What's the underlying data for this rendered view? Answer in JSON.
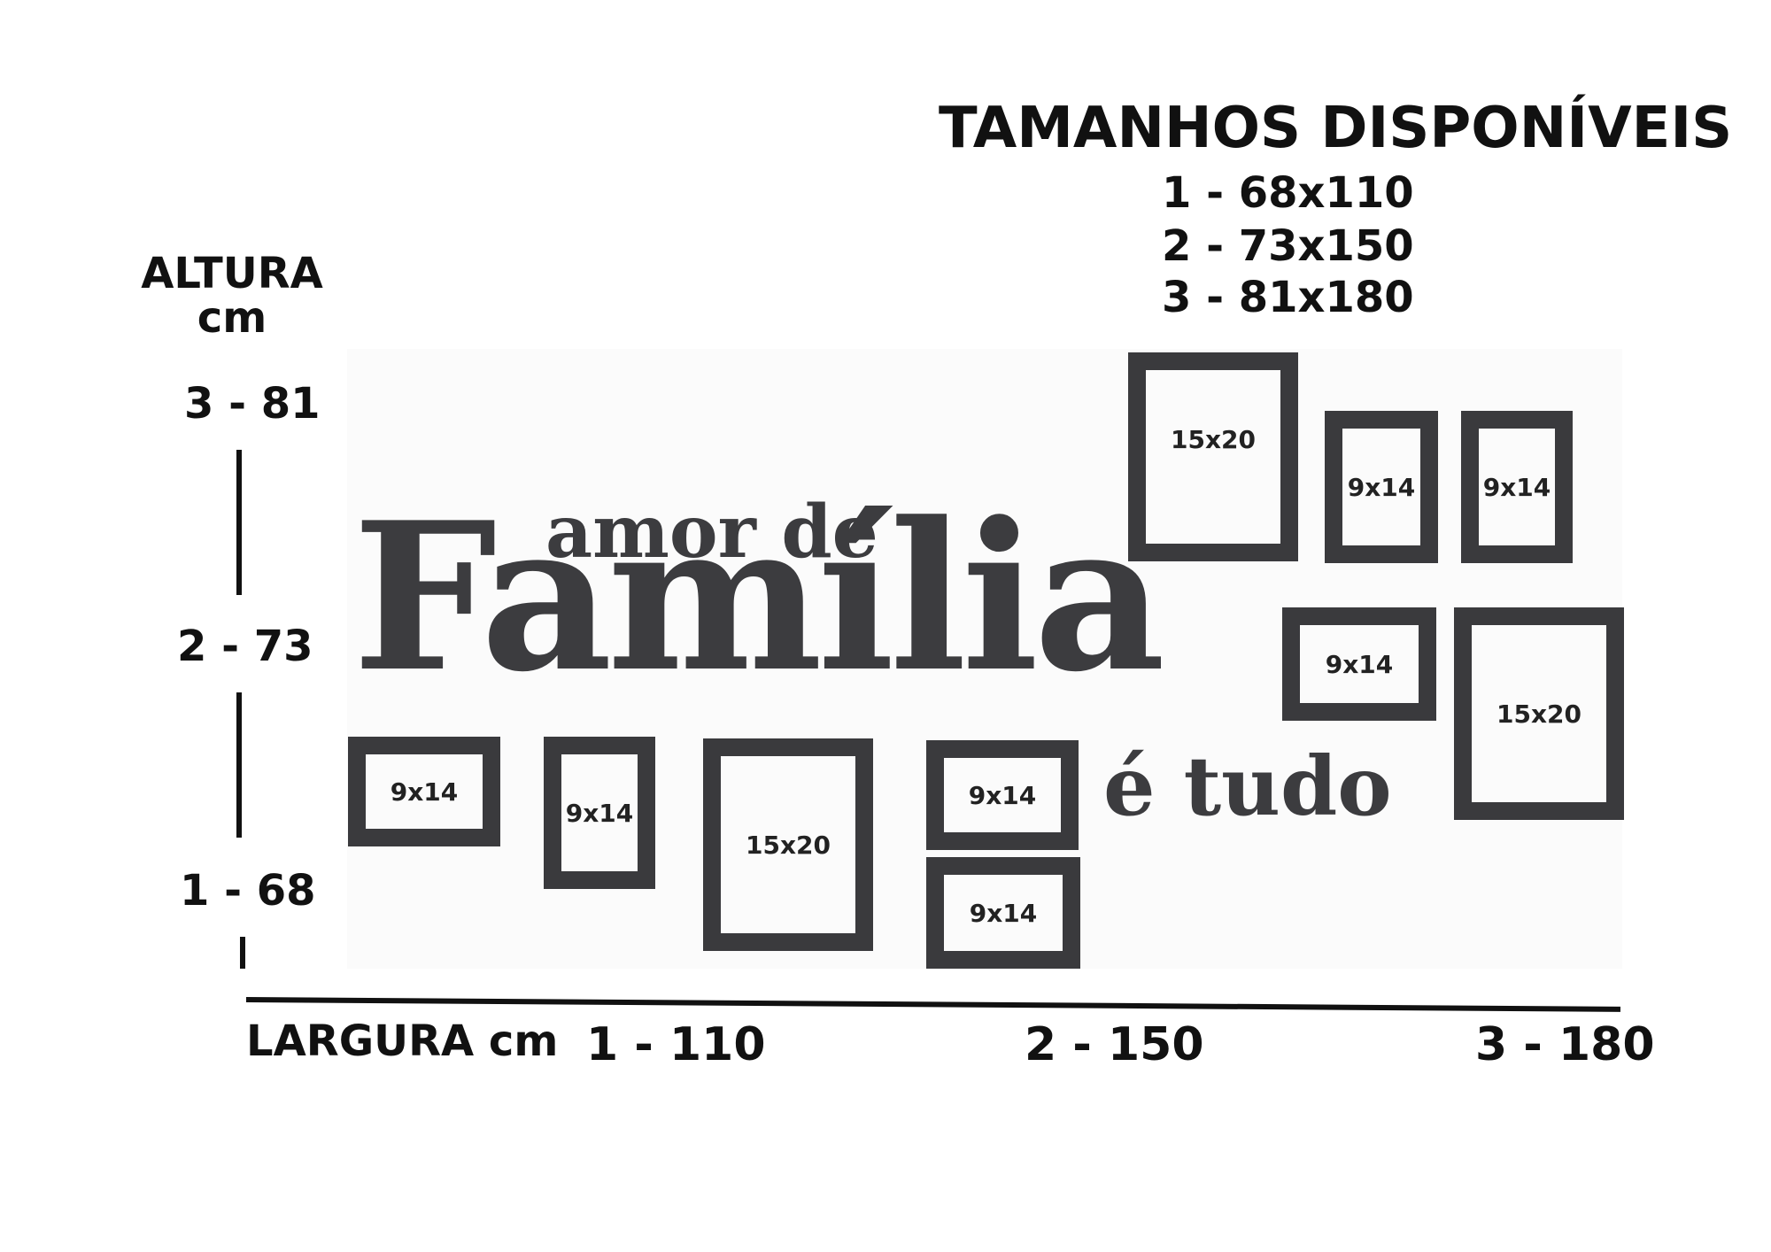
{
  "sizes": {
    "title": "TAMANHOS DISPONÍVEIS",
    "lines": [
      "1 - 68x110",
      "2 - 73x150",
      "3 - 81x180"
    ]
  },
  "height_axis": {
    "label_line1": "ALTURA",
    "label_line2": "cm",
    "ticks": [
      "3 - 81",
      "2 - 73",
      "1 - 68"
    ]
  },
  "width_axis": {
    "label": "LARGURA cm",
    "ticks": [
      "1 - 110",
      "2 - 150",
      "3 - 180"
    ]
  },
  "phrase": {
    "line1": "amor de",
    "line2": "Família",
    "line3": "é tudo"
  },
  "frames": [
    {
      "label": "15x20"
    },
    {
      "label": "9x14"
    },
    {
      "label": "9x14"
    },
    {
      "label": "9x14"
    },
    {
      "label": "15x20"
    },
    {
      "label": "9x14"
    },
    {
      "label": "9x14"
    },
    {
      "label": "15x20"
    },
    {
      "label": "9x14"
    },
    {
      "label": "9x14"
    }
  ],
  "colors": {
    "frame": "#3a3a3d",
    "text": "#111111",
    "decal": "#3c3c3f"
  }
}
